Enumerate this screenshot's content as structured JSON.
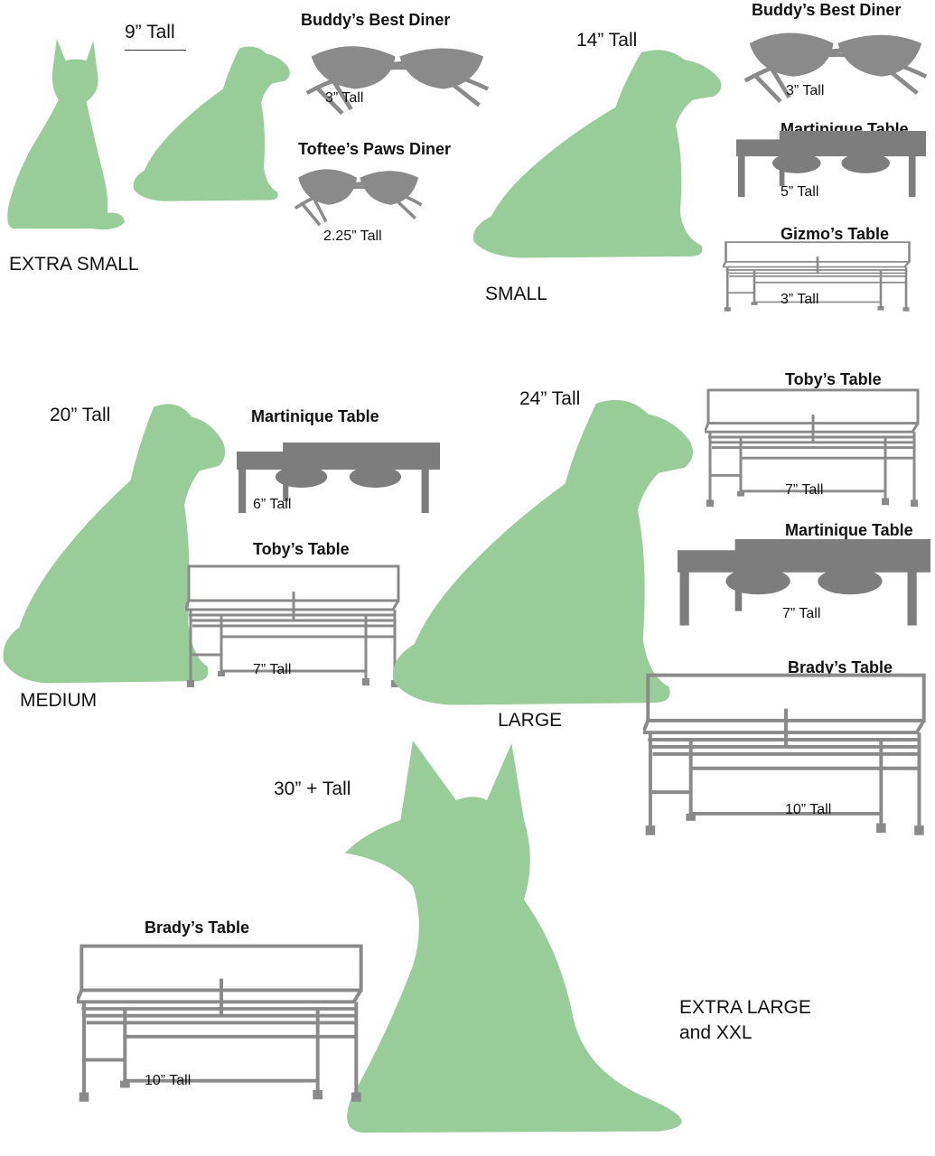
{
  "colors": {
    "silhouette": "#98cc98",
    "furniture": "#8a8a8a"
  },
  "sections": {
    "extra_small": {
      "size_label": "EXTRA SMALL",
      "height": "9” Tall",
      "products": [
        {
          "name": "Buddy’s Best Diner",
          "height": "3” Tall"
        },
        {
          "name": "Toftee’s Paws Diner",
          "height": "2.25” Tall"
        }
      ]
    },
    "small": {
      "size_label": "SMALL",
      "height": "14” Tall",
      "products": [
        {
          "name": "Buddy’s Best Diner",
          "height": "3” Tall"
        },
        {
          "name": "Martinique Table",
          "height": "5” Tall"
        },
        {
          "name": "Gizmo’s Table",
          "height": "3” Tall"
        }
      ]
    },
    "medium": {
      "size_label": "MEDIUM",
      "height": "20” Tall",
      "products": [
        {
          "name": "Martinique Table",
          "height": "6” Tall"
        },
        {
          "name": "Toby’s Table",
          "height": "7” Tall"
        }
      ]
    },
    "large": {
      "size_label": "LARGE",
      "height": "24” Tall",
      "products": [
        {
          "name": "Toby’s Table",
          "height": "7” Tall"
        },
        {
          "name": "Martinique Table",
          "height": "7” Tall"
        },
        {
          "name": "Brady’s Table",
          "height": "10” Tall"
        }
      ]
    },
    "extra_large": {
      "size_label_line1": "EXTRA LARGE",
      "size_label_line2": "and XXL",
      "height": "30” + Tall",
      "products": [
        {
          "name": "Brady’s Table",
          "height": "10” Tall"
        }
      ]
    }
  }
}
